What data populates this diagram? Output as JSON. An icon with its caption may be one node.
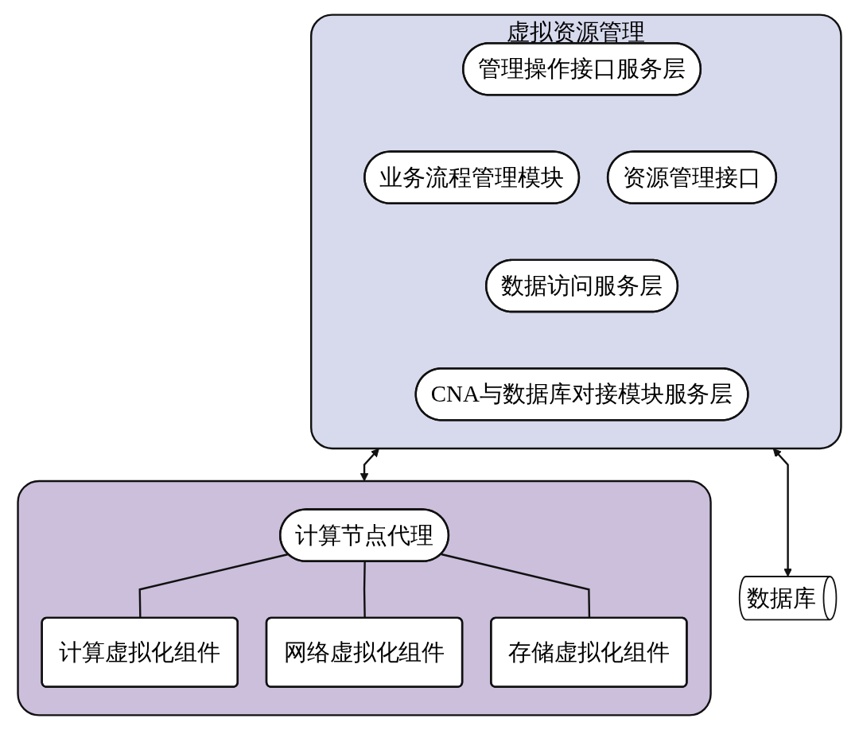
{
  "diagram": {
    "nodes": [
      {
        "text": [
          "虚拟资源管理"
        ]
      },
      {
        "text": [
          "管理操作接口服务层"
        ],
        "in": 0
      },
      {
        "text": [
          "业务流程管理模块"
        ],
        "in": 0
      },
      {
        "text": [
          "资源管理接口"
        ],
        "in": 0
      },
      {
        "text": [
          "数据访问服务层"
        ],
        "in": 0
      },
      {
        "text": [
          "CNA与数据库对接模块服务层"
        ],
        "in": 0
      },
      {
        "text": [],
        "shape": "box"
      },
      {
        "text": [
          "计算节点代理"
        ],
        "in": 6
      },
      {
        "text": [
          "计算虚拟化组件"
        ],
        "in": 6
      },
      {
        "text": [
          "网络虚拟化组件"
        ],
        "in": 6
      },
      {
        "text": [
          "存储虚拟化组件"
        ],
        "in": 6
      },
      {
        "text": [
          "数据库"
        ]
      }
    ],
    "edges": [
      {
        "from": 0,
        "to": 6,
        "arrow": "both"
      },
      {
        "from": 0,
        "to": 11,
        "arrow": "both"
      },
      {
        "from": 7,
        "to": 8,
        "arrow": "none"
      },
      {
        "from": 7,
        "to": 9,
        "arrow": "none"
      },
      {
        "from": 7,
        "to": 10,
        "arrow": "none"
      }
    ]
  }
}
